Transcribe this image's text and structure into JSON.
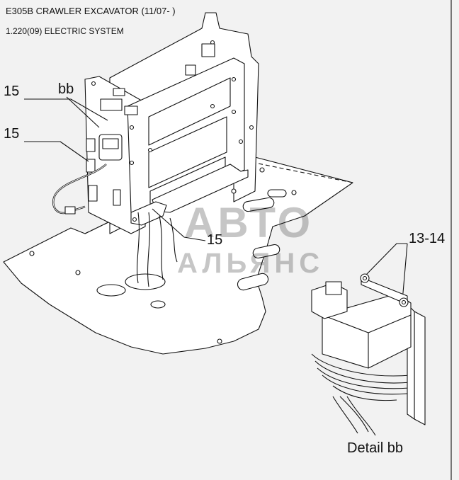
{
  "header": {
    "title": "E305B CRAWLER EXCAVATOR (11/07- )",
    "subtitle": "1.220(09) ELECTRIC SYSTEM"
  },
  "callouts": {
    "c15_top": "15",
    "bb": "bb",
    "c15_mid": "15",
    "c15_bottom": "15",
    "c13_14": "13-14"
  },
  "detail": {
    "label": "Detail bb"
  },
  "watermark": {
    "line1": "АВТО",
    "line2": "АЛЬЯНС"
  },
  "colors": {
    "background": "#f2f2f2",
    "line": "#111111",
    "fill": "#ffffff"
  }
}
